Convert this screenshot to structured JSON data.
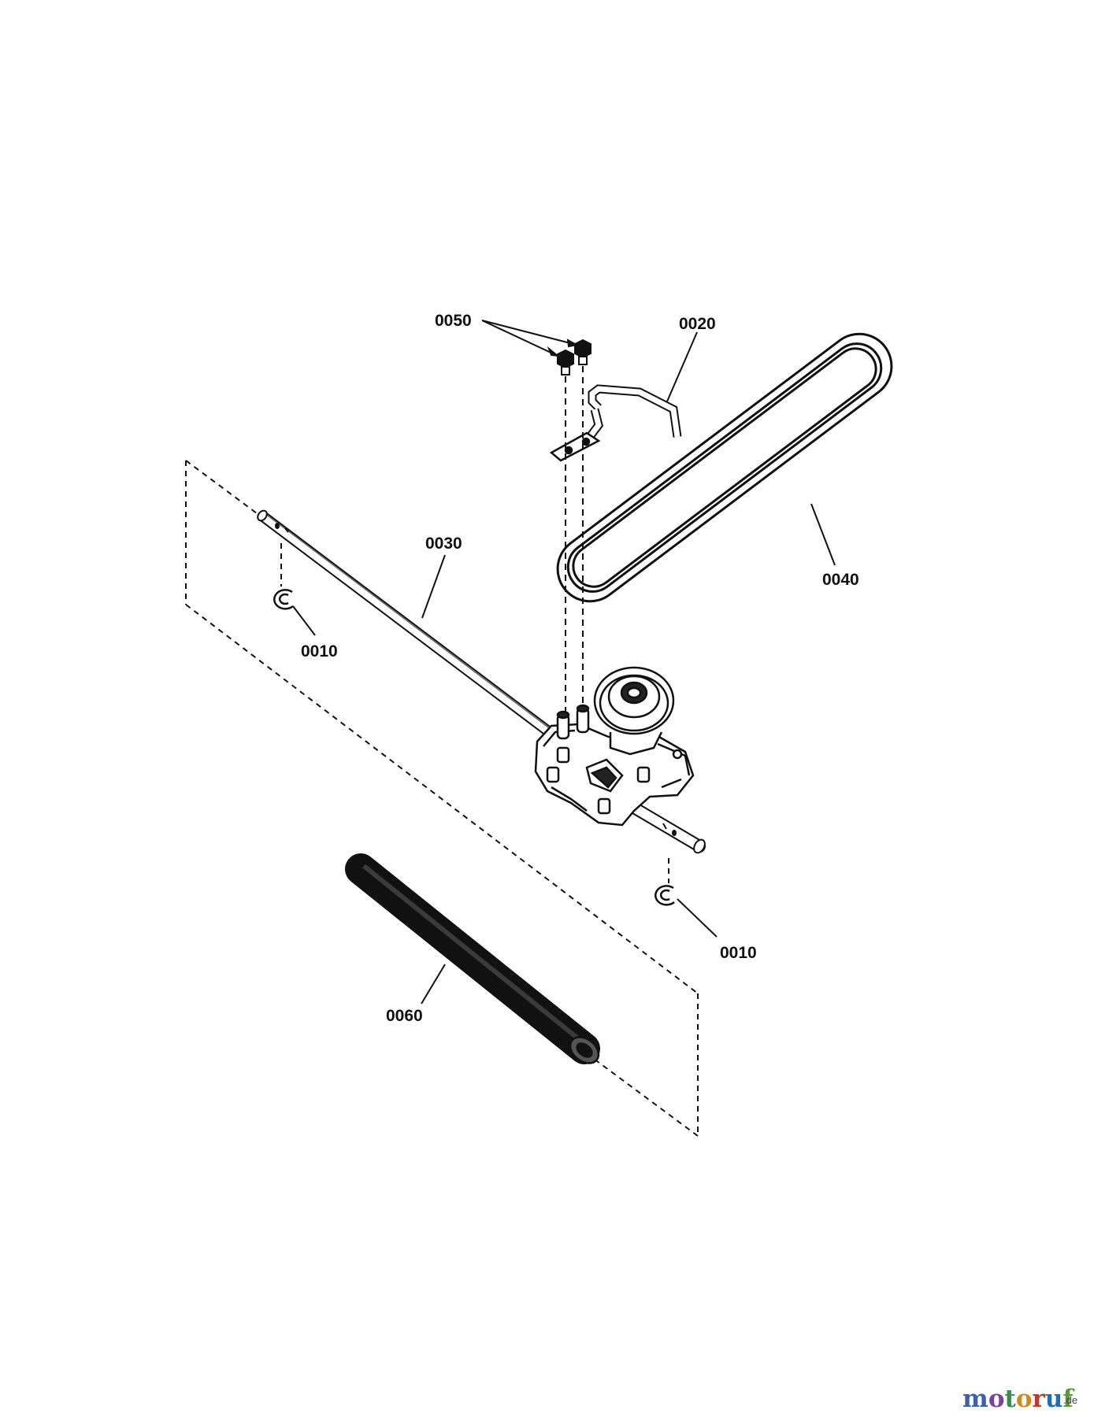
{
  "callouts": {
    "c0050": "0050",
    "c0020": "0020",
    "c0030": "0030",
    "c0040": "0040",
    "c0010_left": "0010",
    "c0010_right": "0010",
    "c0060": "0060"
  },
  "watermark": {
    "letters": [
      "m",
      "o",
      "t",
      "o",
      "r",
      "u",
      "f"
    ],
    "letter_colors": [
      "#3a5fb5",
      "#7a3fa0",
      "#2e8f4f",
      "#d08a1c",
      "#c0392b",
      "#1f6fb5",
      "#5c9b2e"
    ],
    "suffix": ".de"
  },
  "colors": {
    "ink": "#111111",
    "background": "#ffffff"
  }
}
